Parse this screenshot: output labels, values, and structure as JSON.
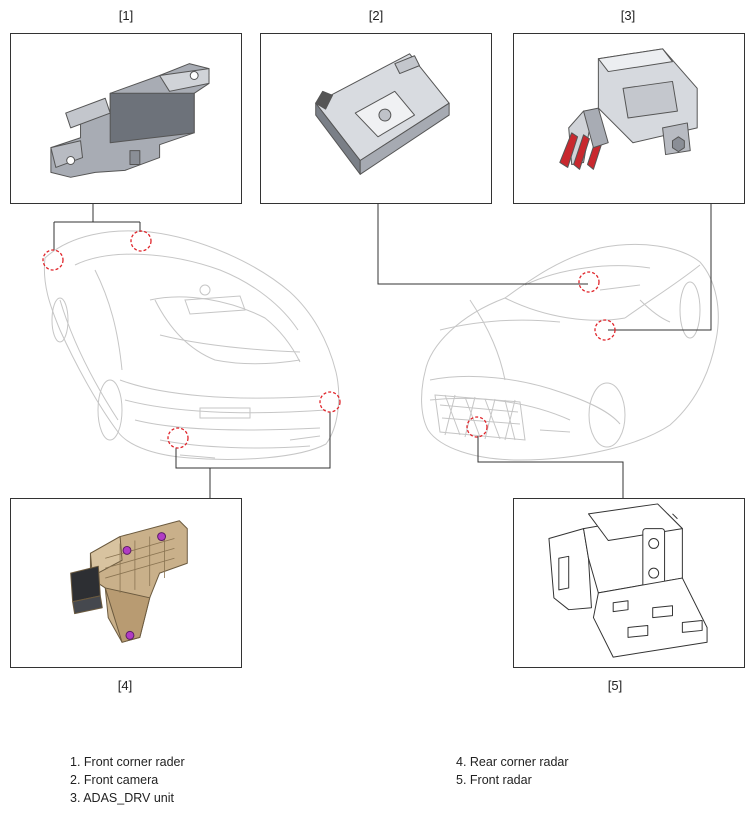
{
  "labels": {
    "l1": "[1]",
    "l2": "[2]",
    "l3": "[3]",
    "l4": "[4]",
    "l5": "[5]"
  },
  "legend": {
    "left": [
      "1. Front corner rader",
      "2. Front camera",
      "3. ADAS_DRV unit"
    ],
    "right": [
      "4. Rear corner radar",
      "5. Front radar"
    ]
  },
  "colors": {
    "line": "#333333",
    "marker": "#e0242a",
    "part_gray": "#9a9ea6",
    "bracket_tan": "#c9b08a",
    "accent_red": "#c8282e",
    "bolt_purple": "#b13cc4"
  }
}
